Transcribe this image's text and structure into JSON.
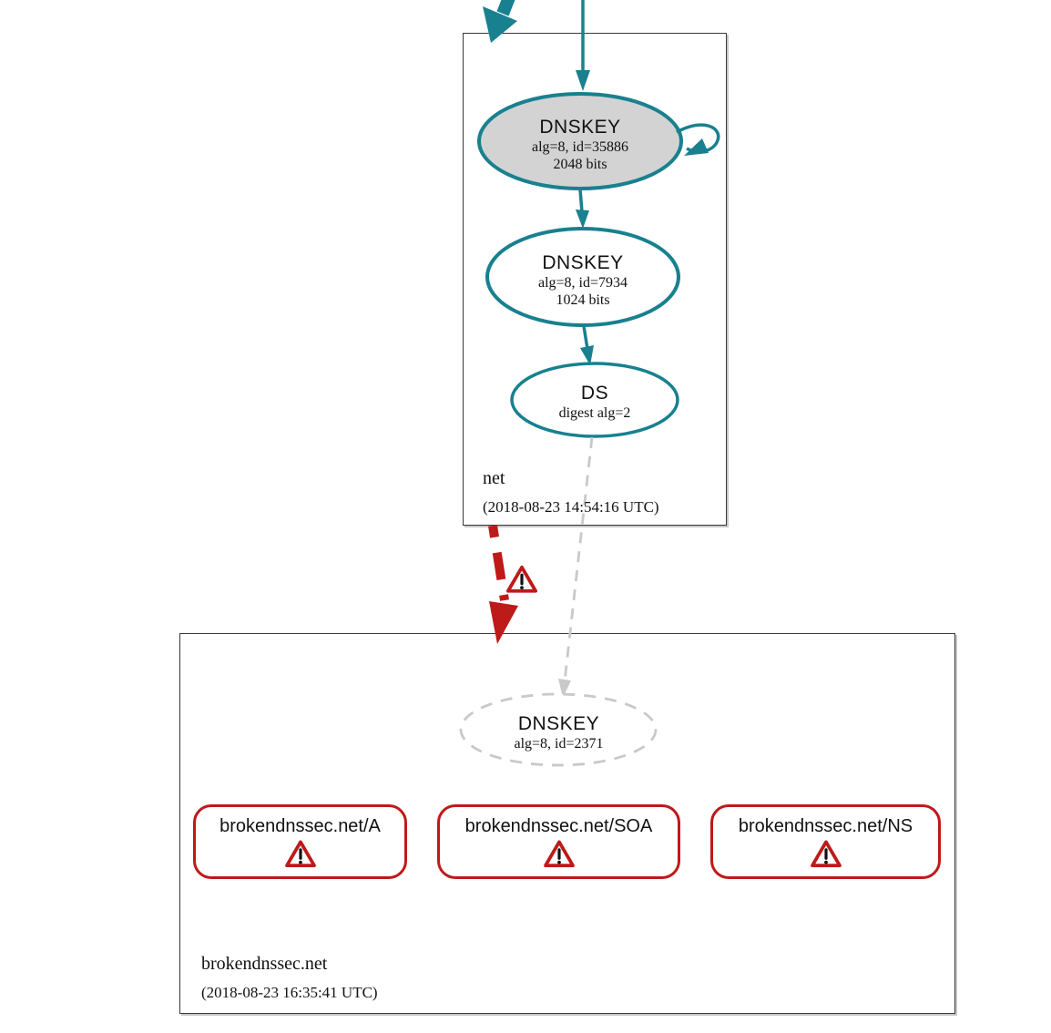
{
  "colors": {
    "teal": "#19808f",
    "red": "#be1a1a",
    "gray-edge": "#c9c9c9",
    "node-fill": "#d3d3d3",
    "zone-border": "#3a3a3a"
  },
  "icons": {
    "warning": "warning-triangle"
  },
  "zones": [
    {
      "name": "net",
      "timestamp": "(2018-08-23 14:54:16 UTC)",
      "nodes": [
        {
          "title": "DNSKEY",
          "detail1": "alg=8, id=35886",
          "detail2": "2048 bits"
        },
        {
          "title": "DNSKEY",
          "detail1": "alg=8, id=7934",
          "detail2": "1024 bits"
        },
        {
          "title": "DS",
          "detail1": "digest alg=2"
        }
      ]
    },
    {
      "name": "brokendnssec.net",
      "timestamp": "(2018-08-23 16:35:41 UTC)",
      "nodes": [
        {
          "title": "DNSKEY",
          "detail1": "alg=8, id=2371"
        }
      ],
      "rrsets": [
        {
          "label": "brokendnssec.net/A"
        },
        {
          "label": "brokendnssec.net/SOA"
        },
        {
          "label": "brokendnssec.net/NS"
        }
      ]
    }
  ]
}
